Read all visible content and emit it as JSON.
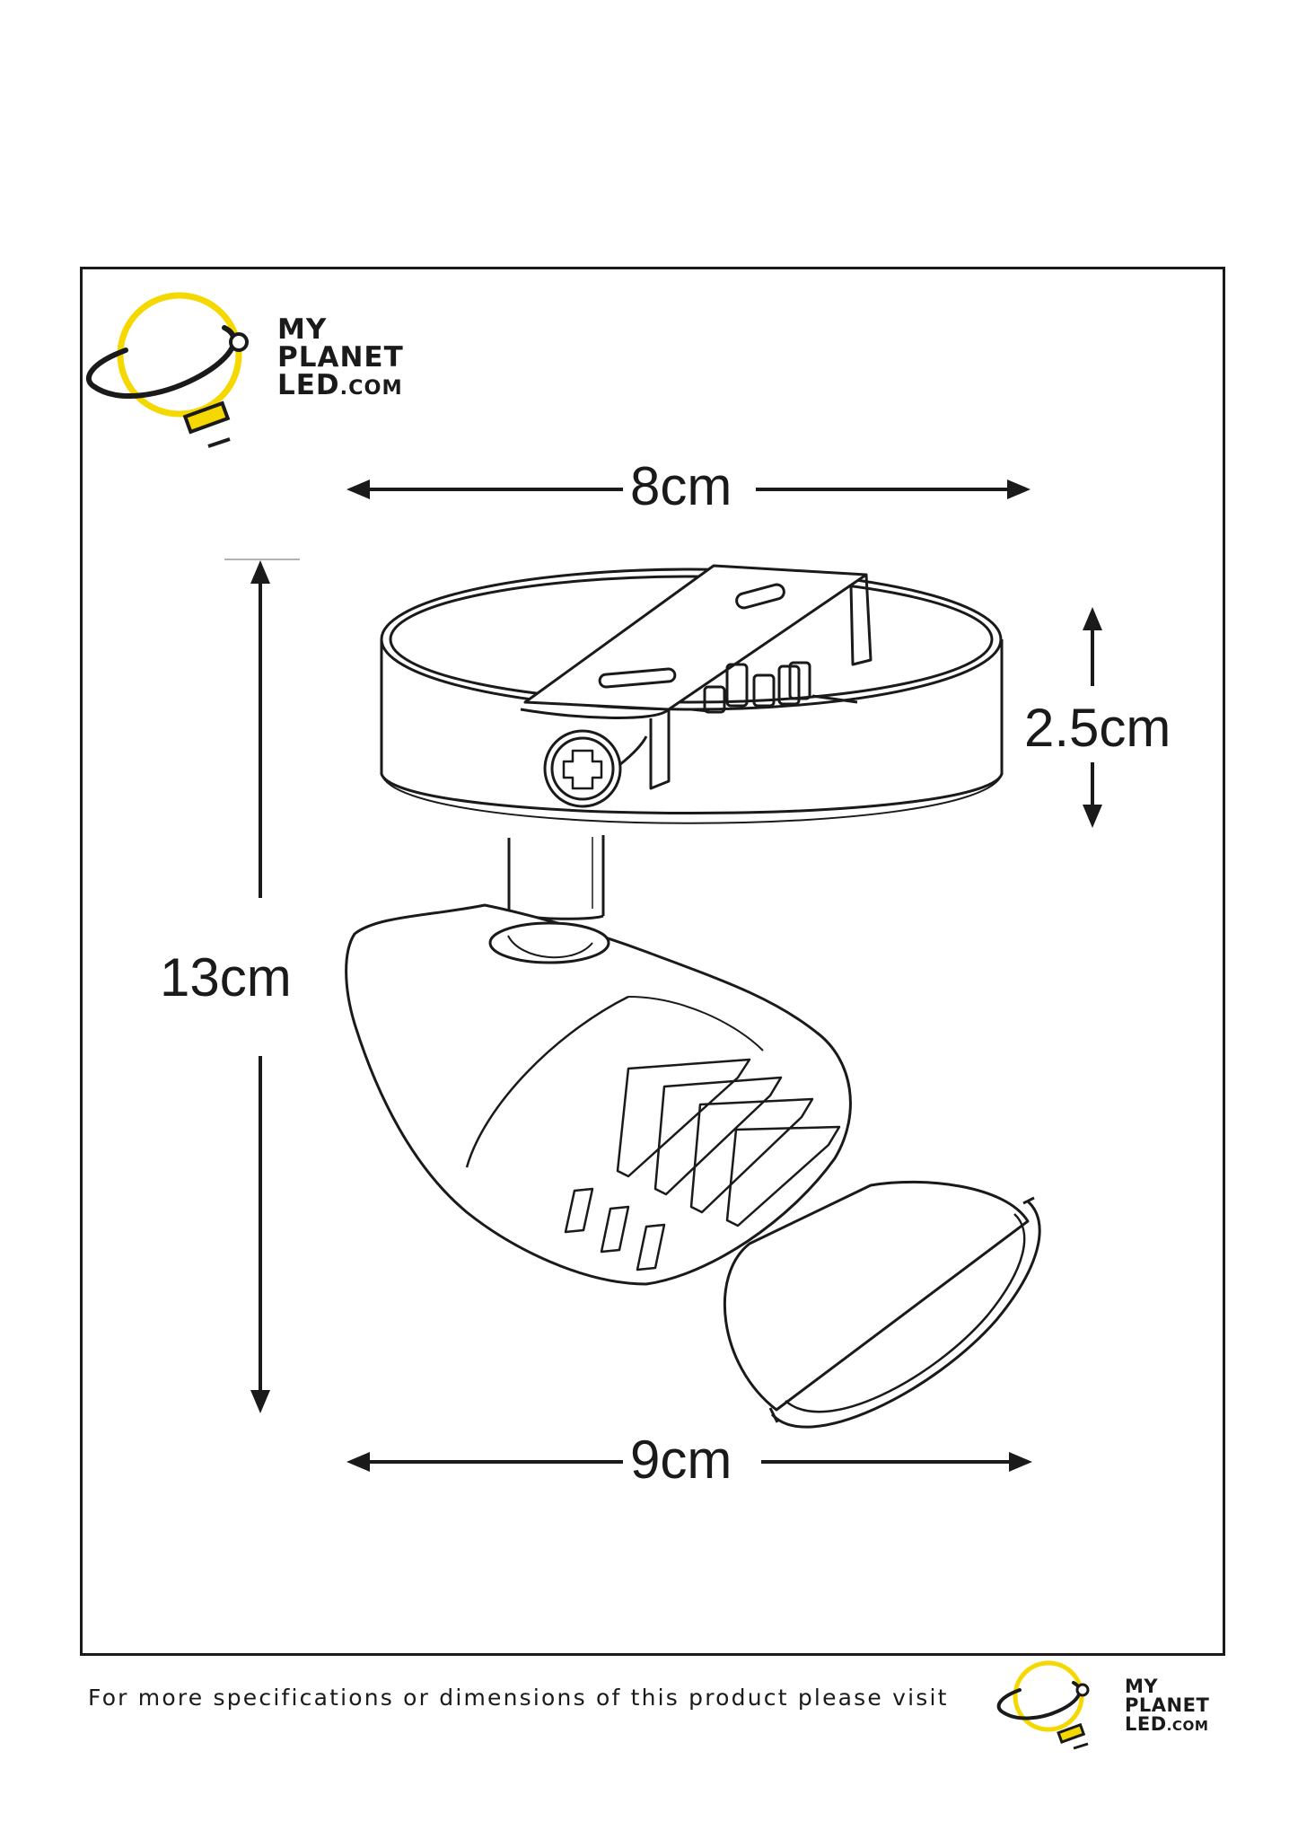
{
  "brand": {
    "line1": "MY",
    "line2": "PLANET",
    "line3": "LED",
    "suffix": ".COM",
    "accent_color": "#f5d800",
    "ink_color": "#1a1a1a"
  },
  "dimensions": {
    "width_top": "8cm",
    "width_bottom": "9cm",
    "height_total": "13cm",
    "height_base": "2.5cm"
  },
  "footer": {
    "text": "For more specifications or dimensions of this product please visit"
  }
}
